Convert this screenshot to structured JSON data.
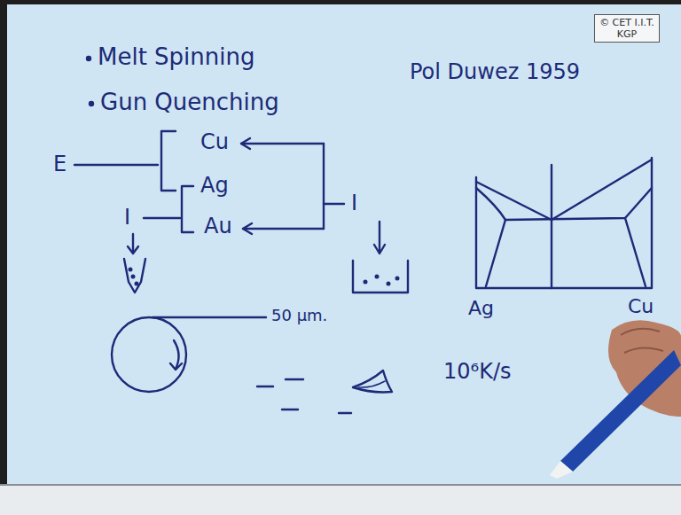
{
  "diagram": {
    "nodes": [
      {
        "text": [
          "© CET I.I.T. KGP"
        ]
      }
    ],
    "labels": [
      "Melt Spinning",
      "Gun Quenching",
      "Pol Duwez 1959",
      "E",
      "Cu",
      "Ag",
      "Au",
      "I",
      "I",
      "50 μm.",
      "Ag",
      "Cu",
      "10⁶K/s"
    ]
  }
}
